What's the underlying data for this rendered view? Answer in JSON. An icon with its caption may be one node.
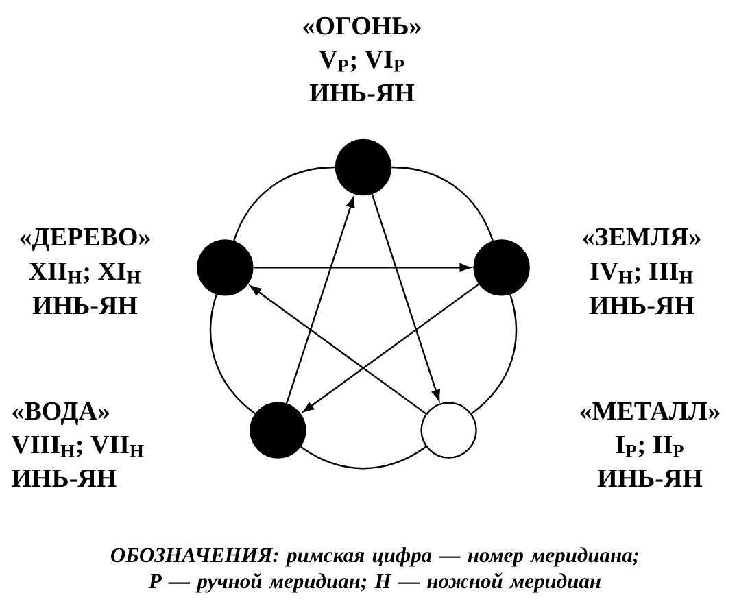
{
  "diagram": {
    "caption": "ОБОЗНАЧЕНИЯ: римская цифра — номер меридиана; Р — ручной меридиан; Н — ножной меридиан",
    "nodes": [
      {
        "text": [],
        "shape": "circle",
        "beside": [
          "«ОГОНЬ»",
          "V$_{Р}$; VI$_{Р}$",
          "ИНЬ-ЯН"
        ]
      },
      {
        "text": [],
        "shape": "circle",
        "beside": [
          "«ДЕРЕВО»",
          "XII$_{Н}$; XI$_{Н}$",
          "ИНЬ-ЯН"
        ]
      },
      {
        "text": [],
        "shape": "circle",
        "beside": [
          "«ЗЕМЛЯ»",
          "IV$_{Н}$; III$_{Н}$",
          "ИНЬ-ЯН"
        ]
      },
      {
        "text": [],
        "shape": "circle",
        "beside": [
          "«ВОДА»",
          "VIII$_{Н}$; VII$_{Н}$",
          "ИНЬ-ЯН"
        ]
      },
      {
        "text": [],
        "shape": "circle",
        "beside": [
          "«МЕТАЛЛ»",
          "I$_{Р}$; II$_{Р}$",
          "ИНЬ-ЯН"
        ]
      }
    ],
    "edges": [
      {
        "from": 0,
        "to": 4,
        "arrow": "to"
      },
      {
        "from": 3,
        "to": 0,
        "arrow": "to"
      },
      {
        "from": 1,
        "to": 2,
        "arrow": "to"
      },
      {
        "from": 2,
        "to": 3,
        "arrow": "to"
      },
      {
        "from": 4,
        "to": 1,
        "arrow": "to"
      },
      {
        "from": 0,
        "to": 2,
        "arrow": "none"
      },
      {
        "from": 2,
        "to": 4,
        "arrow": "none"
      },
      {
        "from": 4,
        "to": 3,
        "arrow": "none"
      },
      {
        "from": 3,
        "to": 1,
        "arrow": "none"
      },
      {
        "from": 1,
        "to": 0,
        "arrow": "none"
      }
    ]
  }
}
